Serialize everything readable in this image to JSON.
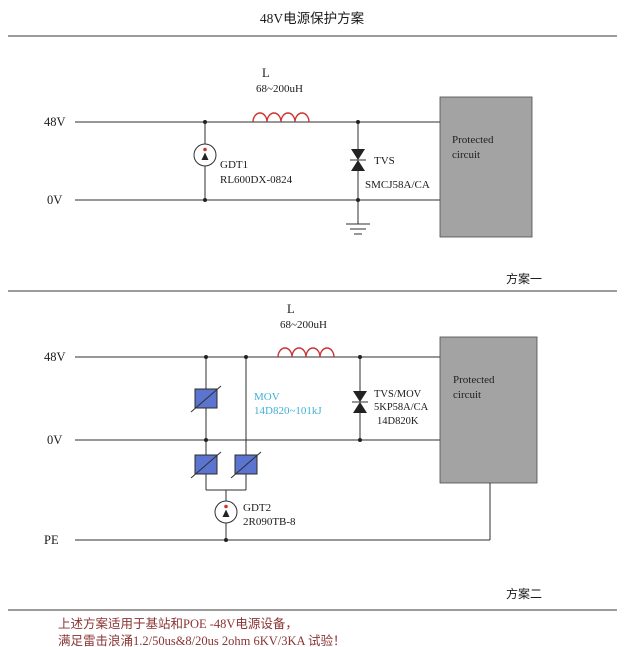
{
  "page": {
    "title": "48V电源保护方案",
    "footer": {
      "line1": "上述方案适用于基站和POE -48V电源设备，",
      "line2": "满足雷击浪涌1.2/50us&8/20us 2ohm 6KV/3KA 试验！"
    }
  },
  "scheme1": {
    "caption": "方案一",
    "rails": {
      "top": "48V",
      "bottom": "0V"
    },
    "inductor": {
      "ref": "L",
      "value": "68~200uH"
    },
    "gdt": {
      "ref": "GDT1",
      "part": "RL600DX-0824"
    },
    "tvs": {
      "ref": "TVS",
      "part": "SMCJ58A/CA"
    },
    "protected": {
      "line1": "Protected",
      "line2": "circuit"
    }
  },
  "scheme2": {
    "caption": "方案二",
    "rails": {
      "top": "48V",
      "mid": "0V",
      "bottom": "PE"
    },
    "inductor": {
      "ref": "L",
      "value": "68~200uH"
    },
    "mov": {
      "ref": "MOV",
      "part": "14D820~101kJ"
    },
    "tvs": {
      "ref": "TVS/MOV",
      "part1": "5KP58A/CA",
      "part2": "14D820K"
    },
    "gdt": {
      "ref": "GDT2",
      "part": "2R090TB-8"
    },
    "protected": {
      "line1": "Protected",
      "line2": "circuit"
    }
  },
  "colors": {
    "wire": "#2f2f2f",
    "inductor_coil": "#cc3333",
    "mov_fill": "#5b74cf",
    "mov_label": "#3fafd8",
    "protected_box_fill": "#a3a3a3",
    "footer_text": "#8a3333"
  }
}
